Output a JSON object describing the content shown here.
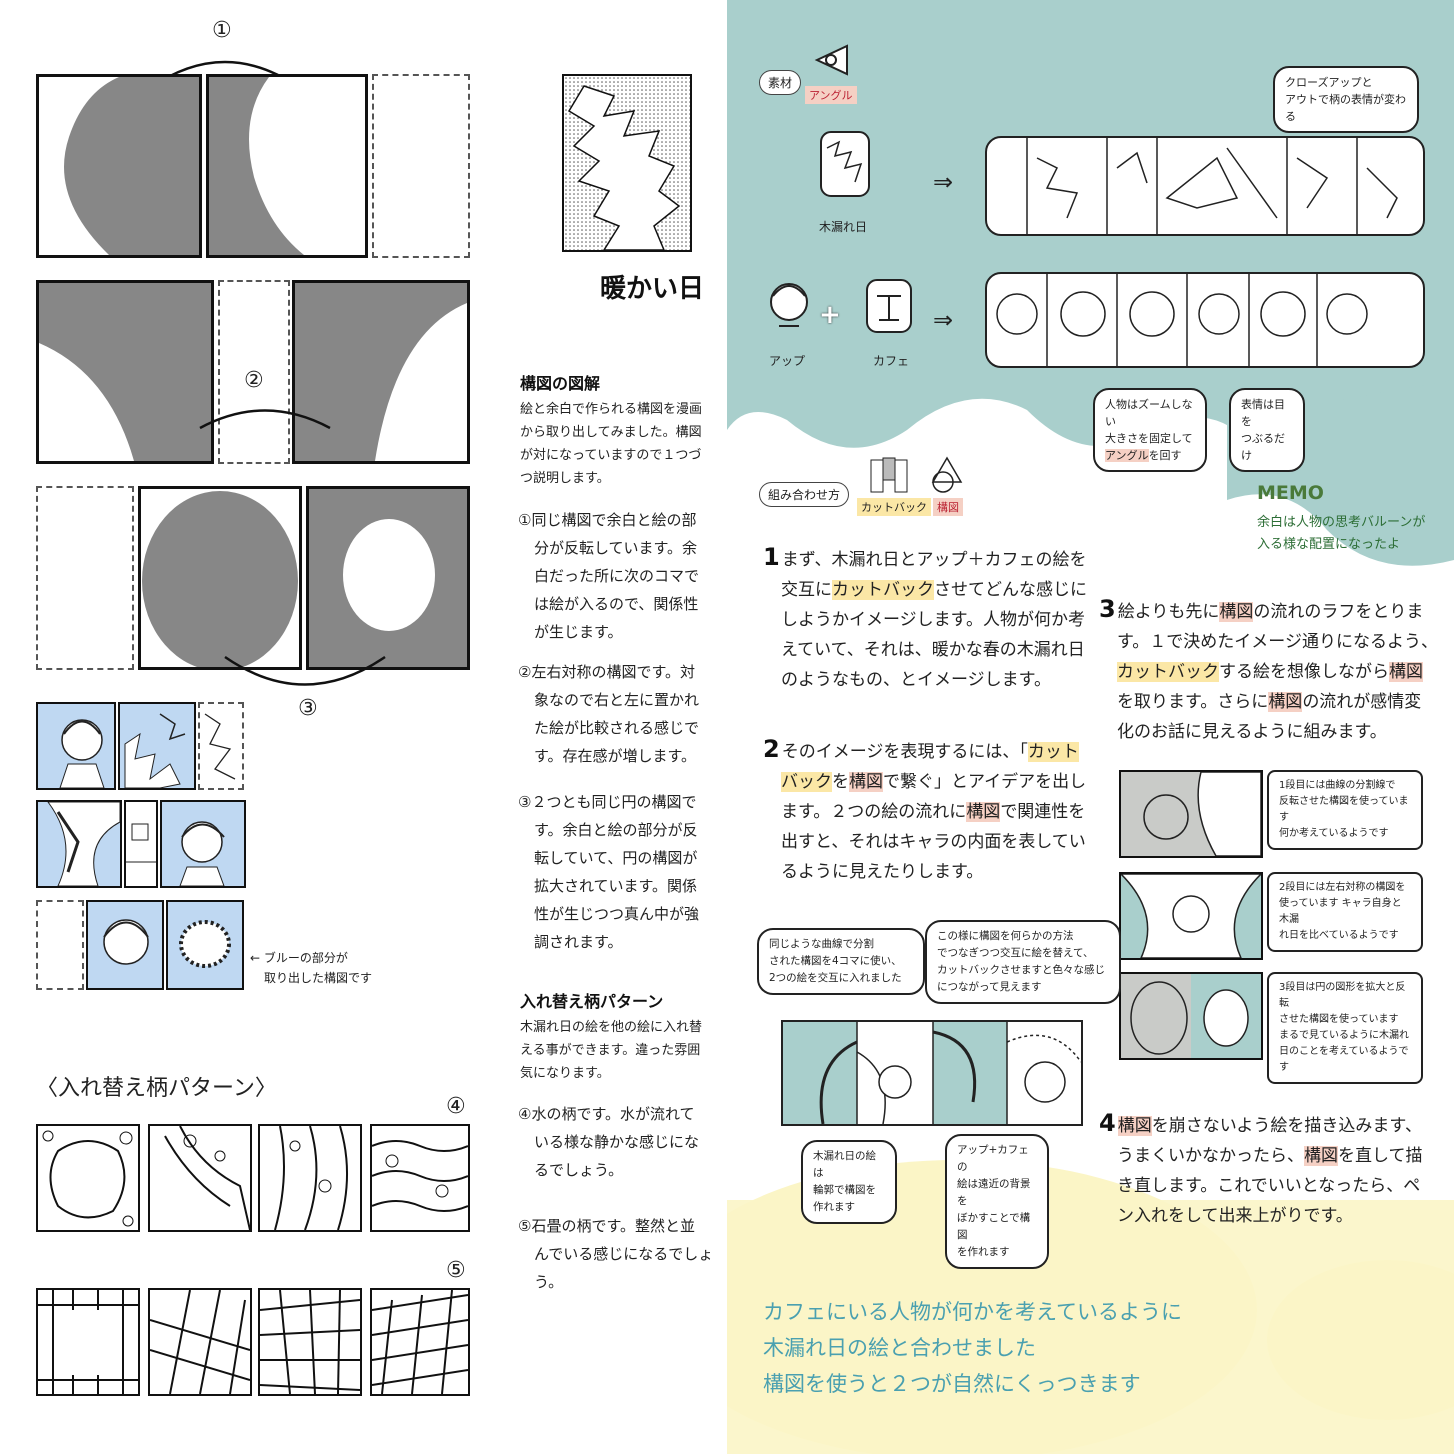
{
  "left": {
    "nums": {
      "n1": "①",
      "n2": "②",
      "n3": "③",
      "n4": "④",
      "n5": "⑤"
    },
    "thumb_title": "暖かい日",
    "blue_note_line1": "← ブルーの部分が",
    "blue_note_line2": "取り出した構図です",
    "pattern_heading": "〈入れ替え柄パターン〉"
  },
  "middle": {
    "section1_title": "構図の図解",
    "section1_body": [
      "絵と余白で作られる構図を漫画",
      "から取り出してみました。構図",
      "が対になっていますので１つづ",
      "つ説明します。"
    ],
    "item1": [
      "①同じ構図で余白と絵の部",
      "分が反転しています。余",
      "白だった所に次のコマで",
      "は絵が入るので、関係性",
      "が生じます。"
    ],
    "item2": [
      "②左右対称の構図です。対",
      "象なので右と左に置かれ",
      "た絵が比較される感じで",
      "す。存在感が増します。"
    ],
    "item3": [
      "③２つとも同じ円の構図で",
      "す。余白と絵の部分が反",
      "転していて、円の構図が",
      "拡大されています。関係",
      "性が生じつつ真ん中が強",
      "調されます。"
    ],
    "section2_title": "入れ替え柄パターン",
    "section2_body": [
      "木漏れ日の絵を他の絵に入れ替",
      "える事ができます。違った雰囲",
      "気になります。"
    ],
    "item4": [
      "④水の柄です。水が流れて",
      "いる様な静かな感じにな",
      "るでしょう。"
    ],
    "item5": [
      "⑤石畳の柄です。整然と並",
      "んでいる感じになるでしょ",
      "う。"
    ]
  },
  "right": {
    "sozai_label": "素材",
    "angle_tag": "アングル",
    "komorebi_label": "木漏れ日",
    "up_label": "アップ",
    "cafe_label": "カフェ",
    "plus": "+",
    "arrow": "⇒",
    "bubble_top": [
      "クローズアップと",
      "アウトで柄の表情が変わる"
    ],
    "bubble_zoom_pre": [
      "人物はズームしない",
      "大きさを固定して"
    ],
    "bubble_zoom_hl": "アングル",
    "bubble_zoom_post": "を回す",
    "bubble_eyes": [
      "表情は目を",
      "つぶるだけ"
    ],
    "kumiawase_label": "組み合わせ方",
    "cutback_tag": "カットバック",
    "kouzu_tag": "構図",
    "memo_title": "MEMO",
    "memo_body": [
      "余白は人物の思考バルーンが",
      "入る様な配置になったよ"
    ],
    "step1_num": "1",
    "step1": {
      "a": "まず、木漏れ日とアップ＋カフェの絵を",
      "b_pre": "交互に",
      "b_hl": "カットバック",
      "b_post": "させてどんな感じに",
      "c": "しようかイメージします。人物が何か考",
      "d": "えていて、それは、暖かな春の木漏れ日",
      "e": "のようなもの、とイメージします。"
    },
    "step2_num": "2",
    "step2": {
      "a_pre": "そのイメージを表現するには、「",
      "a_hl": "カット",
      "b_hl": "バック",
      "b_mid": "を",
      "b_hl2": "構図",
      "b_post": "で繋ぐ」とアイデアを出し",
      "c_pre": "ます。２つの絵の流れに",
      "c_hl": "構図",
      "c_post": "で関連性を",
      "d": "出すと、それはキャラの内面を表してい",
      "e": "るように見えたりします。"
    },
    "step3_num": "3",
    "step3": {
      "a_pre": "絵よりも先に",
      "a_hl": "構図",
      "a_post": "の流れのラフをとりま",
      "b": "す。１で決めたイメージ通りになるよう、",
      "c_hl": "カットバック",
      "c_mid": "する絵を想像しながら",
      "c_hl2": "構図",
      "d": "を取ります。さらに",
      "d_hl": "構図",
      "d_post": "の流れが感情変",
      "e": "化のお話に見えるように組みます。"
    },
    "step4_num": "4",
    "step4": {
      "a_hl": "構図",
      "a_post": "を崩さないよう絵を描き込みます、",
      "b_pre": "うまくいかなかったら、",
      "b_hl": "構図",
      "b_post": "を直して描",
      "c": "き直します。これでいいとなったら、ペ",
      "d": "ン入れをして出来上がりです。"
    },
    "bubble_left": [
      "同じような曲線で分割",
      "された構図を4コマに使い、",
      "2つの絵を交互に入れました"
    ],
    "bubble_mid": [
      "この様に構図を何らかの方法",
      "でつなぎつつ交互に絵を替えて、",
      "カットバックさせますと色々な感じ",
      "につながって見えます"
    ],
    "bubble_bl": [
      "木漏れ日の絵は",
      "輪郭で構図を",
      "作れます"
    ],
    "bubble_br": [
      "アップ+カフェの",
      "絵は遠近の背景を",
      "ぼかすことで構図",
      "を作れます"
    ],
    "panel_note1": [
      "1段目には曲線の分割線で",
      "反転させた構図を使っています",
      "何か考えているようです"
    ],
    "panel_note2": [
      "2段目には左右対称の構図を",
      "使っています キャラ自身と木漏",
      "れ日を比べているようです"
    ],
    "panel_note3": [
      "3段目は円の図形を拡大と反転",
      "させた構図を使っています",
      "まるで見ているように木漏れ",
      "日のことを考えているようです"
    ],
    "closing": [
      "カフェにいる人物が何かを考えているように",
      "木漏れ日の絵と合わせました",
      "構図を使うと２つが自然にくっつきます"
    ]
  },
  "colors": {
    "teal": "#a9cfcc",
    "blue": "#bfd8f2",
    "yellow": "#fbf5c6",
    "gray": "#878787",
    "memo_green": "#4a7a3a",
    "closing_teal": "#4aa0b0"
  }
}
